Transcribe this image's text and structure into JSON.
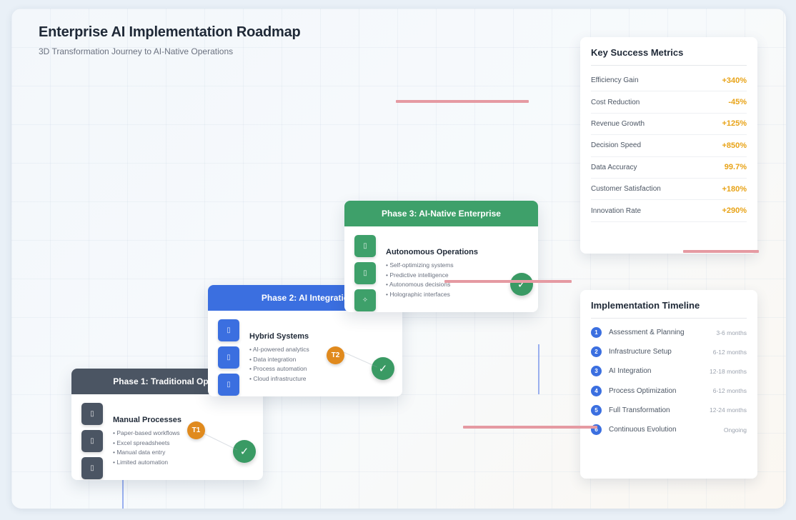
{
  "header": {
    "title": "Enterprise AI Implementation Roadmap",
    "subtitle": "3D Transformation Journey to AI-Native Operations"
  },
  "phases": [
    {
      "title": "Phase 1: Traditional Opera",
      "feature_title": "Manual Processes",
      "features": [
        "• Paper-based workflows",
        "• Excel spreadsheets",
        "• Manual data entry",
        "• Limited automation"
      ],
      "badge": "T1",
      "color": "#4b5563"
    },
    {
      "title": "Phase 2: AI Integratio",
      "feature_title": "Hybrid Systems",
      "features": [
        "• AI-powered analytics",
        "• Data integration",
        "• Process automation",
        "• Cloud infrastructure"
      ],
      "badge": "T2",
      "color": "#3b6fe0"
    },
    {
      "title": "Phase 3: AI-Native Enterprise",
      "feature_title": "Autonomous Operations",
      "features": [
        "• Self-optimizing systems",
        "• Predictive intelligence",
        "• Autonomous decisions",
        "• Holographic interfaces"
      ],
      "color": "#3ea06a"
    }
  ],
  "check_mark": "✓",
  "metrics": {
    "title": "Key Success Metrics",
    "items": [
      {
        "label": "Efficiency Gain",
        "value": "+340%"
      },
      {
        "label": "Cost Reduction",
        "value": "-45%"
      },
      {
        "label": "Revenue Growth",
        "value": "+125%"
      },
      {
        "label": "Decision Speed",
        "value": "+850%"
      },
      {
        "label": "Data Accuracy",
        "value": "99.7%"
      },
      {
        "label": "Customer Satisfaction",
        "value": "+180%"
      },
      {
        "label": "Innovation Rate",
        "value": "+290%"
      }
    ],
    "value_color": "#e8a317"
  },
  "timeline": {
    "title": "Implementation Timeline",
    "items": [
      {
        "num": "1",
        "label": "Assessment & Planning",
        "duration": "3-6 months"
      },
      {
        "num": "2",
        "label": "Infrastructure Setup",
        "duration": "6-12 months"
      },
      {
        "num": "3",
        "label": "AI Integration",
        "duration": "12-18 months"
      },
      {
        "num": "4",
        "label": "Process Optimization",
        "duration": "6-12 months"
      },
      {
        "num": "5",
        "label": "Full Transformation",
        "duration": "12-24 months"
      },
      {
        "num": "6",
        "label": "Continuous Evolution",
        "duration": "Ongoing"
      }
    ]
  },
  "colors": {
    "accent_line": "#e59aa2",
    "badge": "#e08a1e",
    "check": "#3a9a64"
  }
}
